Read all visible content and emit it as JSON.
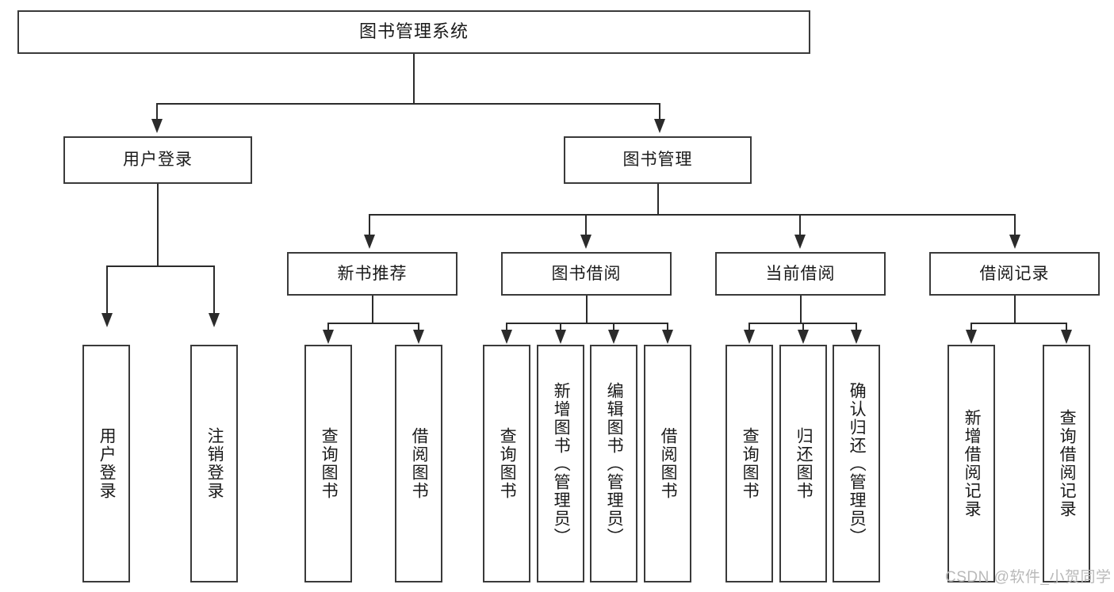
{
  "diagram": {
    "title": "图书管理系统",
    "root": {
      "label": "图书管理系统"
    },
    "level2": [
      {
        "label": "用户登录"
      },
      {
        "label": "图书管理"
      }
    ],
    "level3": [
      {
        "label": "新书推荐"
      },
      {
        "label": "图书借阅"
      },
      {
        "label": "当前借阅"
      },
      {
        "label": "借阅记录"
      }
    ],
    "leaves": {
      "user_login": [
        {
          "label": "用户登录"
        },
        {
          "label": "注销登录"
        }
      ],
      "new_book": [
        {
          "label": "查询图书"
        },
        {
          "label": "借阅图书"
        }
      ],
      "book_borrow": [
        {
          "label": "查询图书"
        },
        {
          "label": "新增图书（管理员）"
        },
        {
          "label": "编辑图书（管理员）"
        },
        {
          "label": "借阅图书"
        }
      ],
      "current_borrow": [
        {
          "label": "查询图书"
        },
        {
          "label": "归还图书"
        },
        {
          "label": "确认归还（管理员）"
        }
      ],
      "borrow_record": [
        {
          "label": "新增借阅记录"
        },
        {
          "label": "查询借阅记录"
        }
      ]
    }
  },
  "watermark": {
    "text": "CSDN @软件_小贺同学"
  },
  "colors": {
    "border": "#3a3a3a",
    "line": "#2b2b2b",
    "text": "#1a1a1a",
    "background": "#ffffff",
    "watermark": "#b9b9b9"
  }
}
